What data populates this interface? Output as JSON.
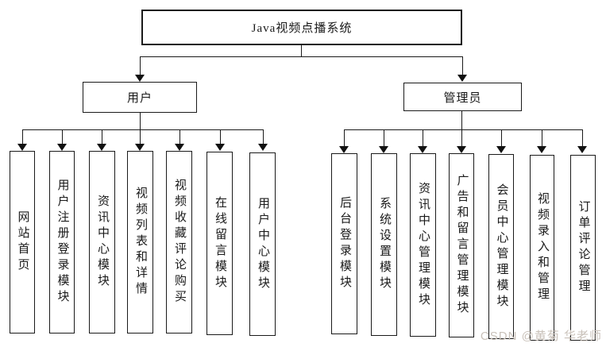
{
  "title": "Java视频点播系统",
  "watermark": "CSDN @黄菊 华老师",
  "branches": [
    {
      "label": "用户",
      "children": [
        "网站首页",
        "用户注册登录模块",
        "资讯中心模块",
        "视频列表和详情",
        "视频收藏评论购买",
        "在线留言模块",
        "用户中心模块"
      ]
    },
    {
      "label": "管理员",
      "children": [
        "后台登录模块",
        "系统设置模块",
        "资讯中心管理模块",
        "广告和留言管理模块",
        "会员中心管理模块",
        "视频录入和管理",
        "订单评论管理"
      ]
    }
  ]
}
